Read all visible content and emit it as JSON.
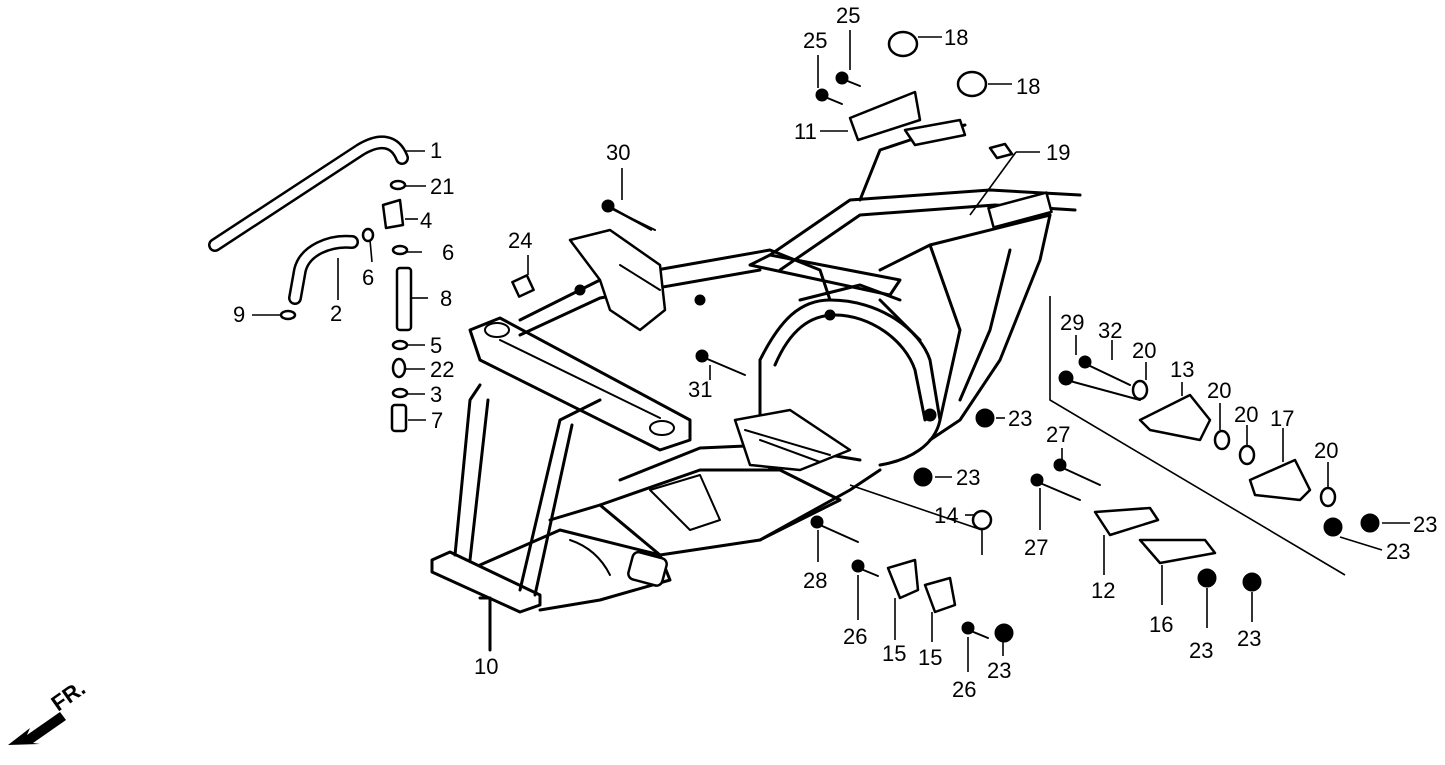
{
  "direction_label": "FR.",
  "callouts": [
    {
      "id": "c1",
      "text": "1"
    },
    {
      "id": "c2",
      "text": "2"
    },
    {
      "id": "c3",
      "text": "3"
    },
    {
      "id": "c4",
      "text": "4"
    },
    {
      "id": "c5",
      "text": "5"
    },
    {
      "id": "c6a",
      "text": "6"
    },
    {
      "id": "c6b",
      "text": "6"
    },
    {
      "id": "c7",
      "text": "7"
    },
    {
      "id": "c8",
      "text": "8"
    },
    {
      "id": "c9",
      "text": "9"
    },
    {
      "id": "c10",
      "text": "10"
    },
    {
      "id": "c11",
      "text": "11"
    },
    {
      "id": "c12",
      "text": "12"
    },
    {
      "id": "c13",
      "text": "13"
    },
    {
      "id": "c14",
      "text": "14"
    },
    {
      "id": "c15a",
      "text": "15"
    },
    {
      "id": "c15b",
      "text": "15"
    },
    {
      "id": "c16",
      "text": "16"
    },
    {
      "id": "c17",
      "text": "17"
    },
    {
      "id": "c18a",
      "text": "18"
    },
    {
      "id": "c18b",
      "text": "18"
    },
    {
      "id": "c19",
      "text": "19"
    },
    {
      "id": "c20a",
      "text": "20"
    },
    {
      "id": "c20b",
      "text": "20"
    },
    {
      "id": "c20c",
      "text": "20"
    },
    {
      "id": "c20d",
      "text": "20"
    },
    {
      "id": "c21",
      "text": "21"
    },
    {
      "id": "c22",
      "text": "22"
    },
    {
      "id": "c23a",
      "text": "23"
    },
    {
      "id": "c23b",
      "text": "23"
    },
    {
      "id": "c23c",
      "text": "23"
    },
    {
      "id": "c23d",
      "text": "23"
    },
    {
      "id": "c23e",
      "text": "23"
    },
    {
      "id": "c23f",
      "text": "23"
    },
    {
      "id": "c23g",
      "text": "23"
    },
    {
      "id": "c24",
      "text": "24"
    },
    {
      "id": "c25a",
      "text": "25"
    },
    {
      "id": "c25b",
      "text": "25"
    },
    {
      "id": "c26a",
      "text": "26"
    },
    {
      "id": "c26b",
      "text": "26"
    },
    {
      "id": "c27a",
      "text": "27"
    },
    {
      "id": "c27b",
      "text": "27"
    },
    {
      "id": "c28",
      "text": "28"
    },
    {
      "id": "c29",
      "text": "29"
    },
    {
      "id": "c30",
      "text": "30"
    },
    {
      "id": "c31",
      "text": "31"
    },
    {
      "id": "c32",
      "text": "32"
    }
  ]
}
